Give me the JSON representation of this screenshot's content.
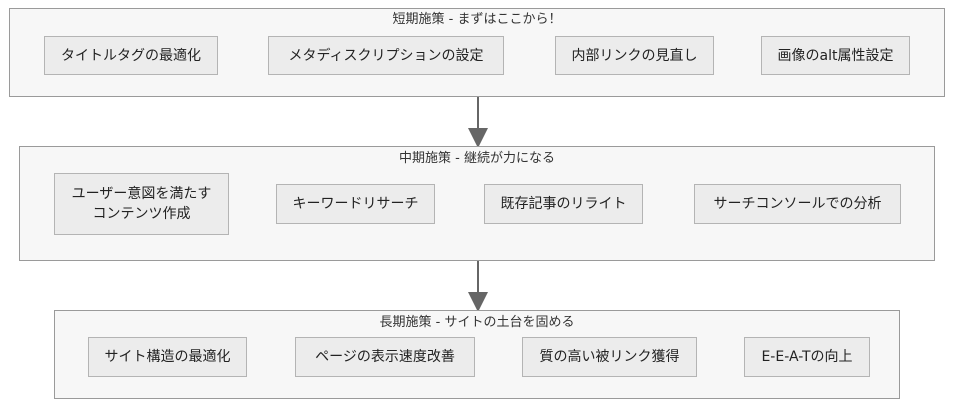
{
  "groups": [
    {
      "title": "短期施策 - まずはここから！",
      "items": [
        "タイトルタグの最適化",
        "メタディスクリプションの設定",
        "内部リンクの見直し",
        "画像のalt属性設定"
      ]
    },
    {
      "title": "中期施策 - 継続が力になる",
      "items": [
        "ユーザー意図を満たす\nコンテンツ作成",
        "キーワードリサーチ",
        "既存記事のリライト",
        "サーチコンソールでの分析"
      ]
    },
    {
      "title": "長期施策 - サイトの土台を固める",
      "items": [
        "サイト構造の最適化",
        "ページの表示速度改善",
        "質の高い被リンク獲得",
        "E-E-A-Tの向上"
      ]
    }
  ],
  "colors": {
    "group_fill": "#f7f7f7",
    "group_border": "#9a9a9a",
    "node_fill": "#ececec",
    "node_border": "#b4b4b4",
    "arrow": "#666666"
  }
}
